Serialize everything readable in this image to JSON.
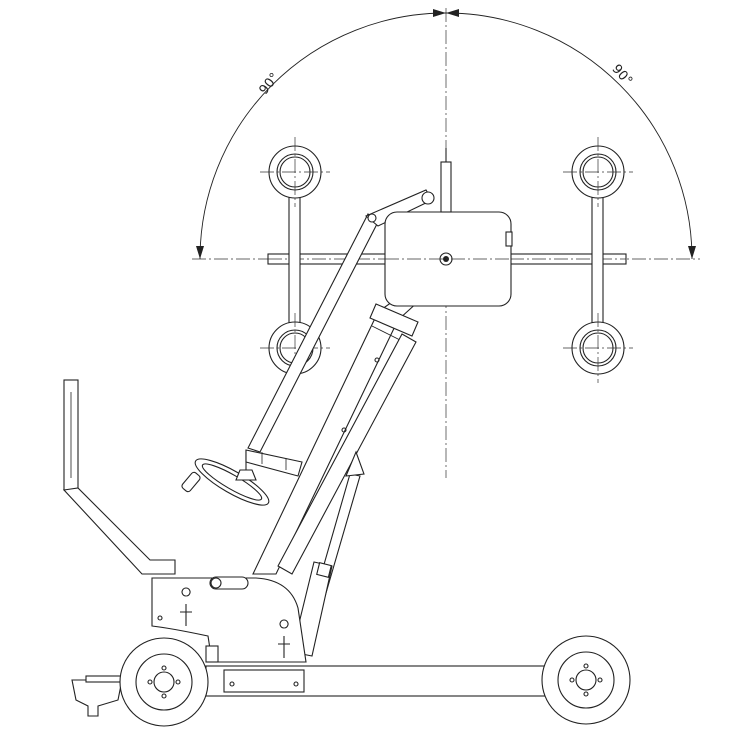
{
  "figure": {
    "angle_left_label": "90°",
    "angle_right_label": "90°"
  },
  "colors": {
    "line": "#222222",
    "background": "#ffffff"
  },
  "parts": [
    "vacuum-lifter-frame",
    "suction-cup",
    "vacuum-pump-housing",
    "telescopic-boom",
    "hydraulic-cylinder",
    "handwheel",
    "steering-handle",
    "wheel"
  ]
}
